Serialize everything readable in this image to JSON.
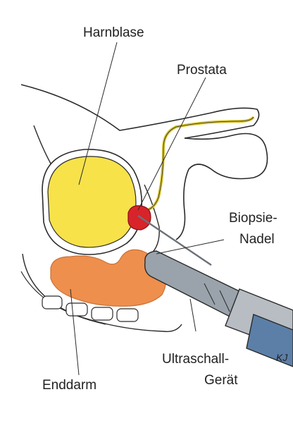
{
  "labels": {
    "bladder": "Harnblase",
    "prostate": "Prostata",
    "needle_line1": "Biopsie-",
    "needle_line2": "Nadel",
    "ultrasound_line1": "Ultraschall-",
    "ultrasound_line2": "Gerät",
    "rectum": "Enddarm"
  },
  "artist_initials": "KJ",
  "colors": {
    "bladder": "#f7e24a",
    "prostate": "#d8232a",
    "rectum": "#ee8a44",
    "probe": "#9aa3ab",
    "probe_handle": "#5c7fa8",
    "outline": "#2a2a2a"
  }
}
